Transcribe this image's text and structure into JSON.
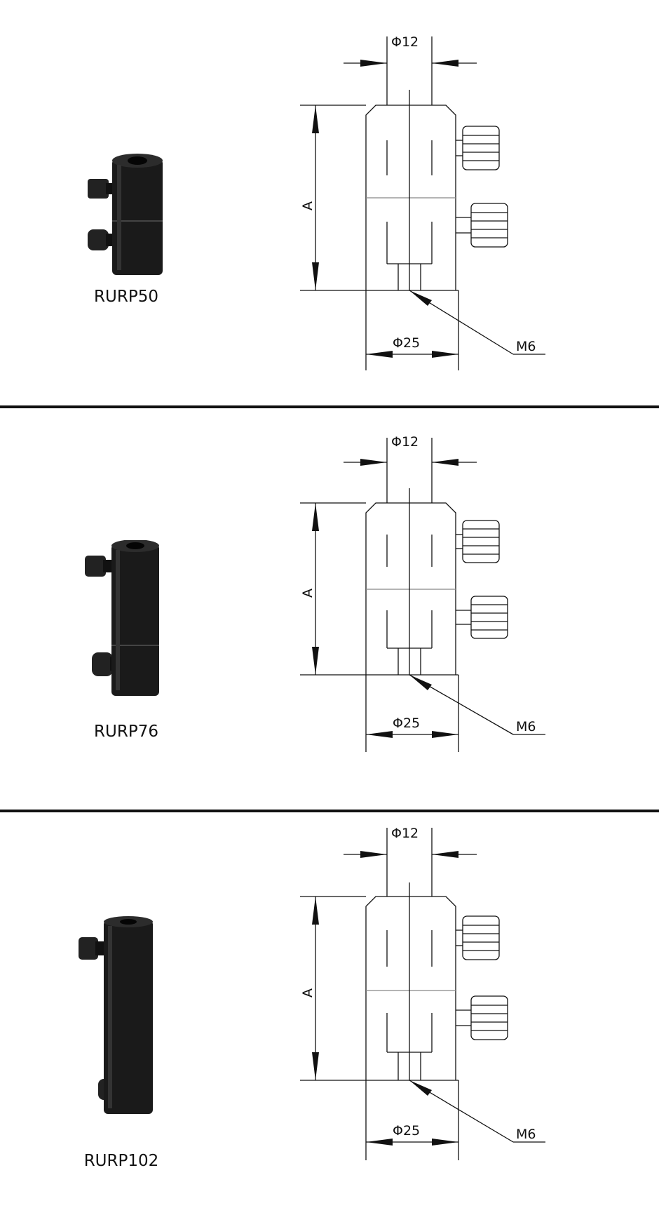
{
  "products": [
    {
      "model": "RURP50",
      "dims": {
        "top_diameter": "Φ12",
        "base_diameter": "Φ25",
        "thread": "M6",
        "height": "A"
      }
    },
    {
      "model": "RURP76",
      "dims": {
        "top_diameter": "Φ12",
        "base_diameter": "Φ25",
        "thread": "M6",
        "height": "A"
      }
    },
    {
      "model": "RURP102",
      "dims": {
        "top_diameter": "Φ12",
        "base_diameter": "Φ25",
        "thread": "M6",
        "height": "A"
      }
    }
  ],
  "colors": {
    "line": "#111111",
    "post_body": "#1a1a1a",
    "divider": "#111111"
  }
}
